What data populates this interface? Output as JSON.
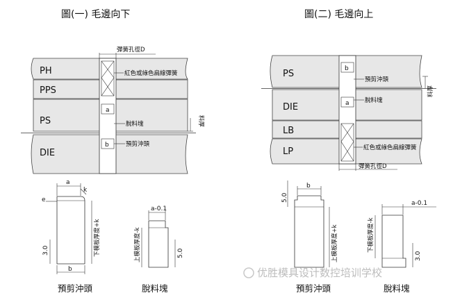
{
  "figure1": {
    "title": "圖(一)  毛邊向下",
    "plates": [
      "PH",
      "PPS",
      "PS",
      "DIE"
    ],
    "spring_hole": "彈簧孔徑D",
    "spring_note": "紅色或綠色扁線彈簧",
    "slug_block": "脫料塊",
    "pre_punch": "預剪沖頭",
    "material": "料厚",
    "dim_a": "a",
    "dim_b": "b"
  },
  "figure2": {
    "title": "圖(二)  毛邊向上",
    "plates": [
      "PS",
      "DIE",
      "LB",
      "LP"
    ],
    "spring_hole": "彈簧孔徑D",
    "spring_note": "紅色或綠色扁線彈簧",
    "slug_block": "脫料塊",
    "pre_punch": "預剪沖頭",
    "material": "料厚",
    "dim_a": "a",
    "dim_b": "b"
  },
  "detail1": {
    "punch_caption": "預剪沖頭",
    "block_caption": "脫料塊",
    "dim_a": "a",
    "dim_b": "b",
    "dim_e": "e",
    "dim_k": "k",
    "dim_30": "3.0",
    "punch_height": "下模板厚度+k",
    "block_top": "a-0.1",
    "block_height": "上模板厚度-k",
    "dim_50": "5.0"
  },
  "detail2": {
    "punch_caption": "預剪沖頭",
    "block_caption": "脫料塊",
    "dim_b": "b",
    "dim_50": "5.0",
    "punch_height": "上模板厚度+k",
    "block_top": "a-0.1",
    "block_height": "下模板厚度-k",
    "dim_30": "3.0"
  },
  "watermark": "优胜模具设计数控培训学校"
}
